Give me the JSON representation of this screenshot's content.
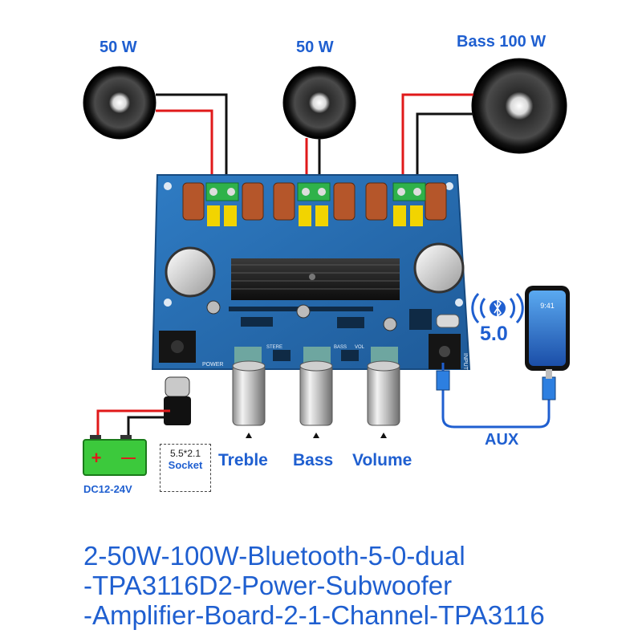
{
  "speakers": {
    "left_label": "50 W",
    "center_label": "50 W",
    "bass_label": "Bass 100 W"
  },
  "controls": {
    "treble_label": "Treble",
    "bass_label": "Bass",
    "volume_label": "Volume"
  },
  "power": {
    "battery_plus": "+",
    "battery_minus": "—",
    "voltage_label": "DC12-24V",
    "socket_size": "5.5*2.1",
    "socket_label": "Socket"
  },
  "bluetooth": {
    "version_label": "5.0",
    "phone_time": "9:41"
  },
  "aux_label": "AUX",
  "board_text": {
    "power_silk": "POWER",
    "input_silk": "INPUT",
    "stereo_silk": "STERE",
    "bass_silk": "BASS",
    "vol_silk": "VOL"
  },
  "caption": {
    "line1": "2-50W-100W-Bluetooth-5-0-dual",
    "line2": "-TPA3116D2-Power-Subwoofer",
    "line3": "-Amplifier-Board-2-1-Channel-TPA3116"
  },
  "colors": {
    "label_blue": "#1f5fd0",
    "pcb_blue": "#2a6fb5",
    "wire_red": "#e0191a",
    "wire_black": "#111111",
    "battery_green": "#3cc93c"
  }
}
